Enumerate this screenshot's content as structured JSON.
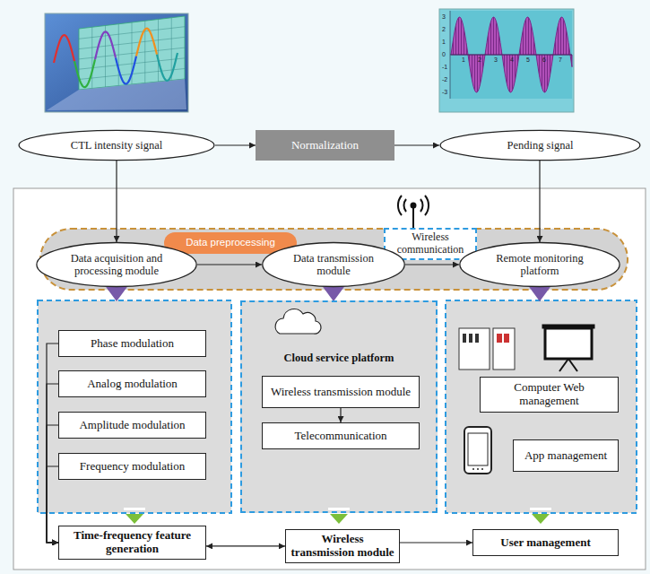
{
  "diagram": {
    "nodes": [
      {
        "text": [
          "CTL intensity signal"
        ]
      },
      {
        "text": [
          "Normalization"
        ]
      },
      {
        "text": [
          "Pending signal"
        ]
      },
      {
        "text": [
          "Data preprocessing"
        ]
      },
      {
        "text": [
          "Data acquisition and processing module"
        ]
      },
      {
        "text": [
          "Wireless communication"
        ]
      },
      {
        "text": [
          "Data transmission module"
        ]
      },
      {
        "text": [
          "Remote monitoring platform"
        ]
      },
      {
        "text": [
          "Phase modulation"
        ]
      },
      {
        "text": [
          "Analog modulation"
        ]
      },
      {
        "text": [
          "Amplitude modulation"
        ]
      },
      {
        "text": [
          "Frequency modulation"
        ]
      },
      {
        "text": [
          "Cloud service platform"
        ]
      },
      {
        "text": [
          "Wireless transmission module"
        ],
        "in": 12
      },
      {
        "text": [
          "Telecommunication"
        ],
        "in": 12
      },
      {
        "text": [
          "Computer Web management"
        ]
      },
      {
        "text": [
          "App management"
        ]
      },
      {
        "text": [
          "Time-frequency feature generation"
        ]
      },
      {
        "text": [
          "Wireless transmission module"
        ]
      },
      {
        "text": [
          "User management"
        ]
      }
    ],
    "edges": [
      {
        "from": 0,
        "to": 1,
        "arrow": "to"
      },
      {
        "from": 1,
        "to": 2,
        "arrow": "to"
      },
      {
        "from": 0,
        "to": 4,
        "arrow": "to"
      },
      {
        "from": 2,
        "to": 7,
        "arrow": "to"
      },
      {
        "from": 4,
        "to": 6,
        "arrow": "to"
      },
      {
        "from": 6,
        "to": 7,
        "arrow": "to"
      },
      {
        "from": 13,
        "to": 14,
        "arrow": "to"
      },
      {
        "from": 8,
        "to": 17,
        "arrow": "to"
      },
      {
        "from": 9,
        "to": 17,
        "arrow": "to"
      },
      {
        "from": 10,
        "to": 17,
        "arrow": "to"
      },
      {
        "from": 11,
        "to": 17,
        "arrow": "to"
      },
      {
        "from": 17,
        "to": 18,
        "arrow": "both"
      },
      {
        "from": 18,
        "to": 19,
        "arrow": "to"
      }
    ],
    "labels": [
      "3",
      "2",
      "1",
      "0",
      "-1",
      "-2",
      "-3",
      "1",
      "2",
      "3",
      "4",
      "5",
      "6",
      "7"
    ]
  }
}
